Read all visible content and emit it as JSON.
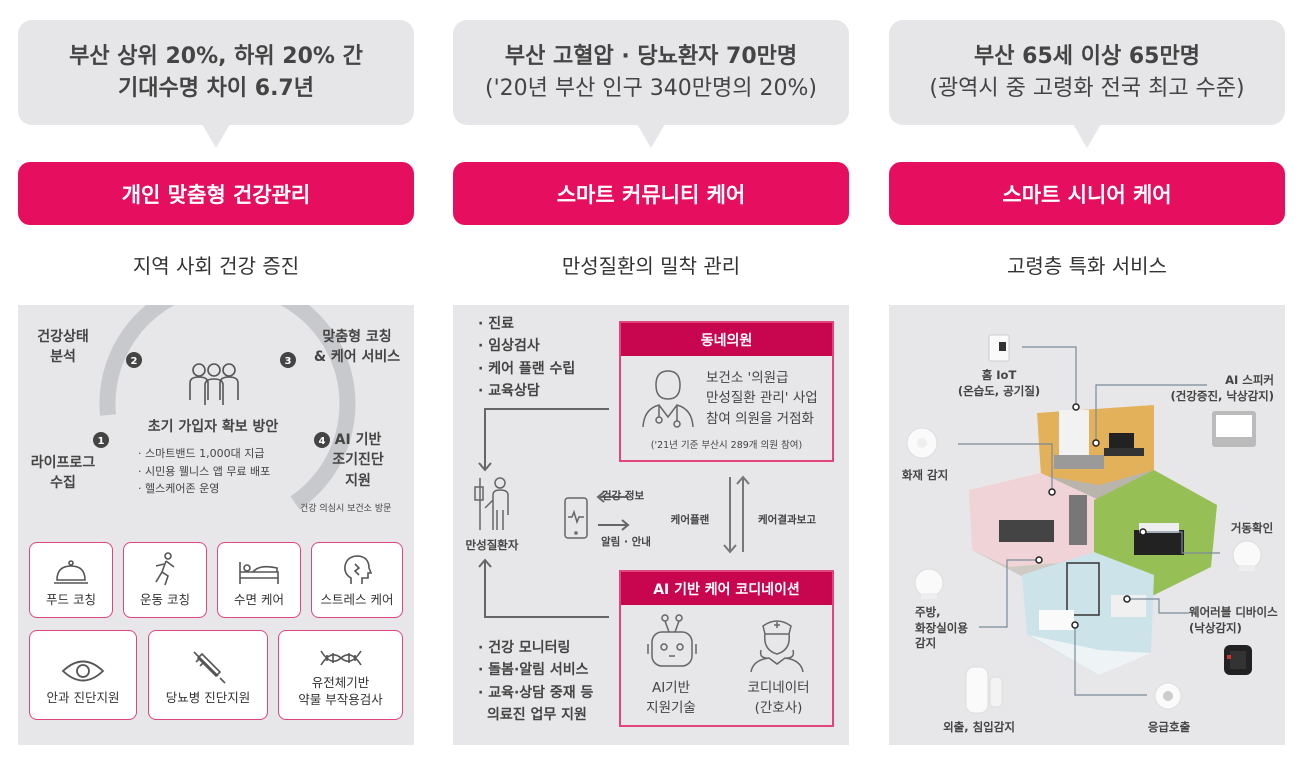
{
  "columns": [
    {
      "bubble_line1": "부산 상위 20%, 하위 20% 간",
      "bubble_line2": "기대수명 차이 6.7년",
      "pill": "개인 맞춤형 건강관리",
      "subtitle": "지역 사회 건강 증진"
    },
    {
      "bubble_line1": "부산 고혈압 · 당뇨환자 70만명",
      "bubble_line2": "('20년 부산 인구 340만명의 20%)",
      "pill": "스마트 커뮤니티 케어",
      "subtitle": "만성질환의 밀착 관리"
    },
    {
      "bubble_line1": "부산 65세 이상 65만명",
      "bubble_line2": "(광역시 중 고령화 전국 최고 수준)",
      "pill": "스마트 시니어 케어",
      "subtitle": "고령층 특화 서비스"
    }
  ],
  "personal": {
    "steps": [
      {
        "num": "1",
        "label1": "라이프로그",
        "label2": "수집"
      },
      {
        "num": "2",
        "label1": "건강상태",
        "label2": "분석"
      },
      {
        "num": "3",
        "label1": "맞춤형 코칭",
        "label2": "& 케어 서비스"
      },
      {
        "num": "4",
        "label1": "AI 기반",
        "label2": "조기진단",
        "label3": "지원"
      }
    ],
    "step4_note": "건강 의심시 보건소 방문",
    "center_title": "초기 가입자 확보 방안",
    "center_items": [
      "· 스마트밴드 1,000대 지급",
      "· 시민용 웰니스 앱 무료 배포",
      "· 헬스케어존 운영"
    ],
    "cards_row1": [
      "푸드 코칭",
      "운동 코칭",
      "수면 케어",
      "스트레스 케어"
    ],
    "cards_row2": [
      "안과 진단지원",
      "당뇨병 진단지원"
    ],
    "card_gene1": "유전체기반",
    "card_gene2": "약물 부작용검사",
    "accent": "#e50e5f"
  },
  "community": {
    "top_list": [
      "· 진료",
      "· 임상검사",
      "· 케어 플랜 수립",
      "· 교육상담"
    ],
    "clinic_title": "동네의원",
    "clinic_text1": "보건소 '의원급",
    "clinic_text2": "만성질환 관리' 사업",
    "clinic_text3": "참여 의원을 거점화",
    "clinic_note": "('21년 기준 부산시 289개 의원 참여)",
    "patient": "만성질환자",
    "health_info": "건강 정보",
    "alert": "알림 · 안내",
    "care_plan": "케어플랜",
    "care_report": "케어결과보고",
    "ai_title": "AI 기반 케어 코디네이션",
    "ai_tech1": "AI기반",
    "ai_tech2": "지원기술",
    "coord1": "코디네이터",
    "coord2": "(간호사)",
    "bottom_list": [
      "· 건강 모니터링",
      "· 돌봄·알림 서비스",
      "· 교육·상담 중재 등"
    ],
    "bottom_list_cont": "의료진 업무 지원",
    "header_color": "#c8064f"
  },
  "senior": {
    "home_iot1": "홈 IoT",
    "home_iot2": "(온습도, 공기질)",
    "ai_speaker1": "AI 스피커",
    "ai_speaker2": "(건강증진, 낙상감지)",
    "fire": "화재 감지",
    "motion": "거동확인",
    "kitchen1": "주방,",
    "kitchen2": "화장실이용",
    "kitchen3": "감지",
    "wearable1": "웨어러블 디바이스",
    "wearable2": "(낙상감지)",
    "door": "외출, 침입감지",
    "emergency": "응급호출"
  }
}
